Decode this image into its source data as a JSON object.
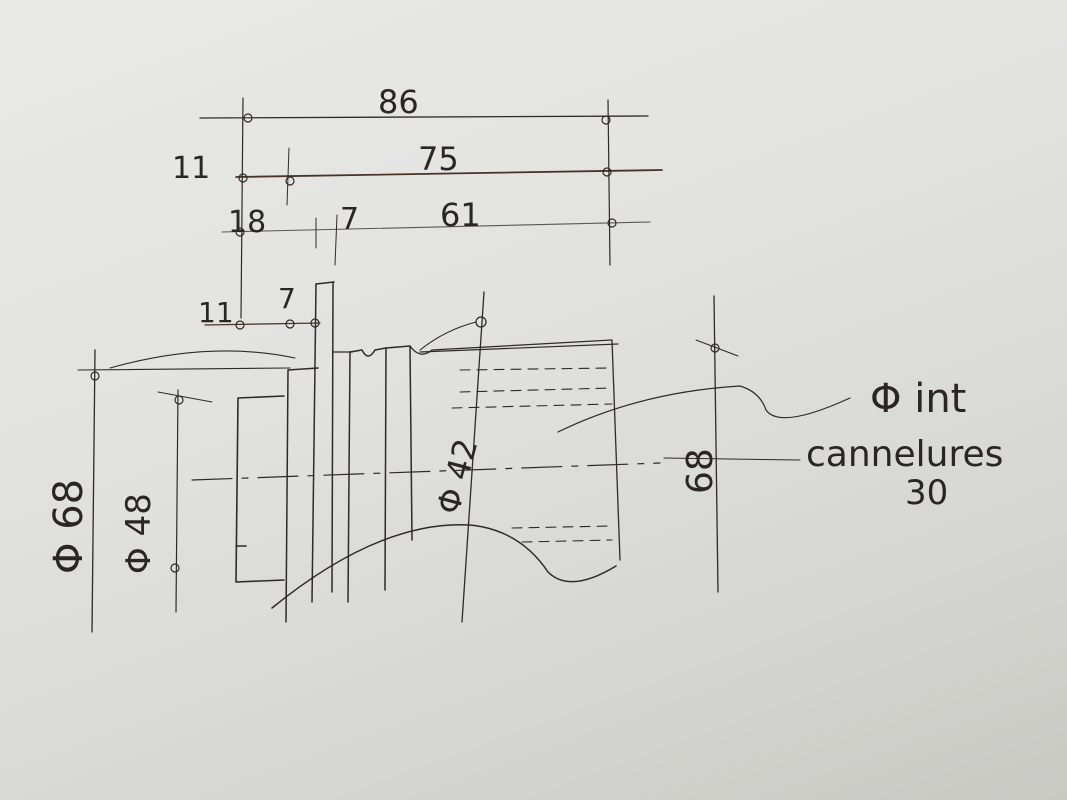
{
  "dimensions": {
    "overall_length": "86",
    "left_step": "11",
    "body_length": "75",
    "collar": "18",
    "groove": "7",
    "thread_length": "61",
    "flange_step": "11",
    "flange_width": "7"
  },
  "diameters": {
    "outer": "Φ 68",
    "bore": "Φ 48",
    "cone": "Φ 42",
    "right": "68"
  },
  "note": {
    "line1": "Φ int",
    "line2": "cannelures",
    "line3": "30"
  }
}
